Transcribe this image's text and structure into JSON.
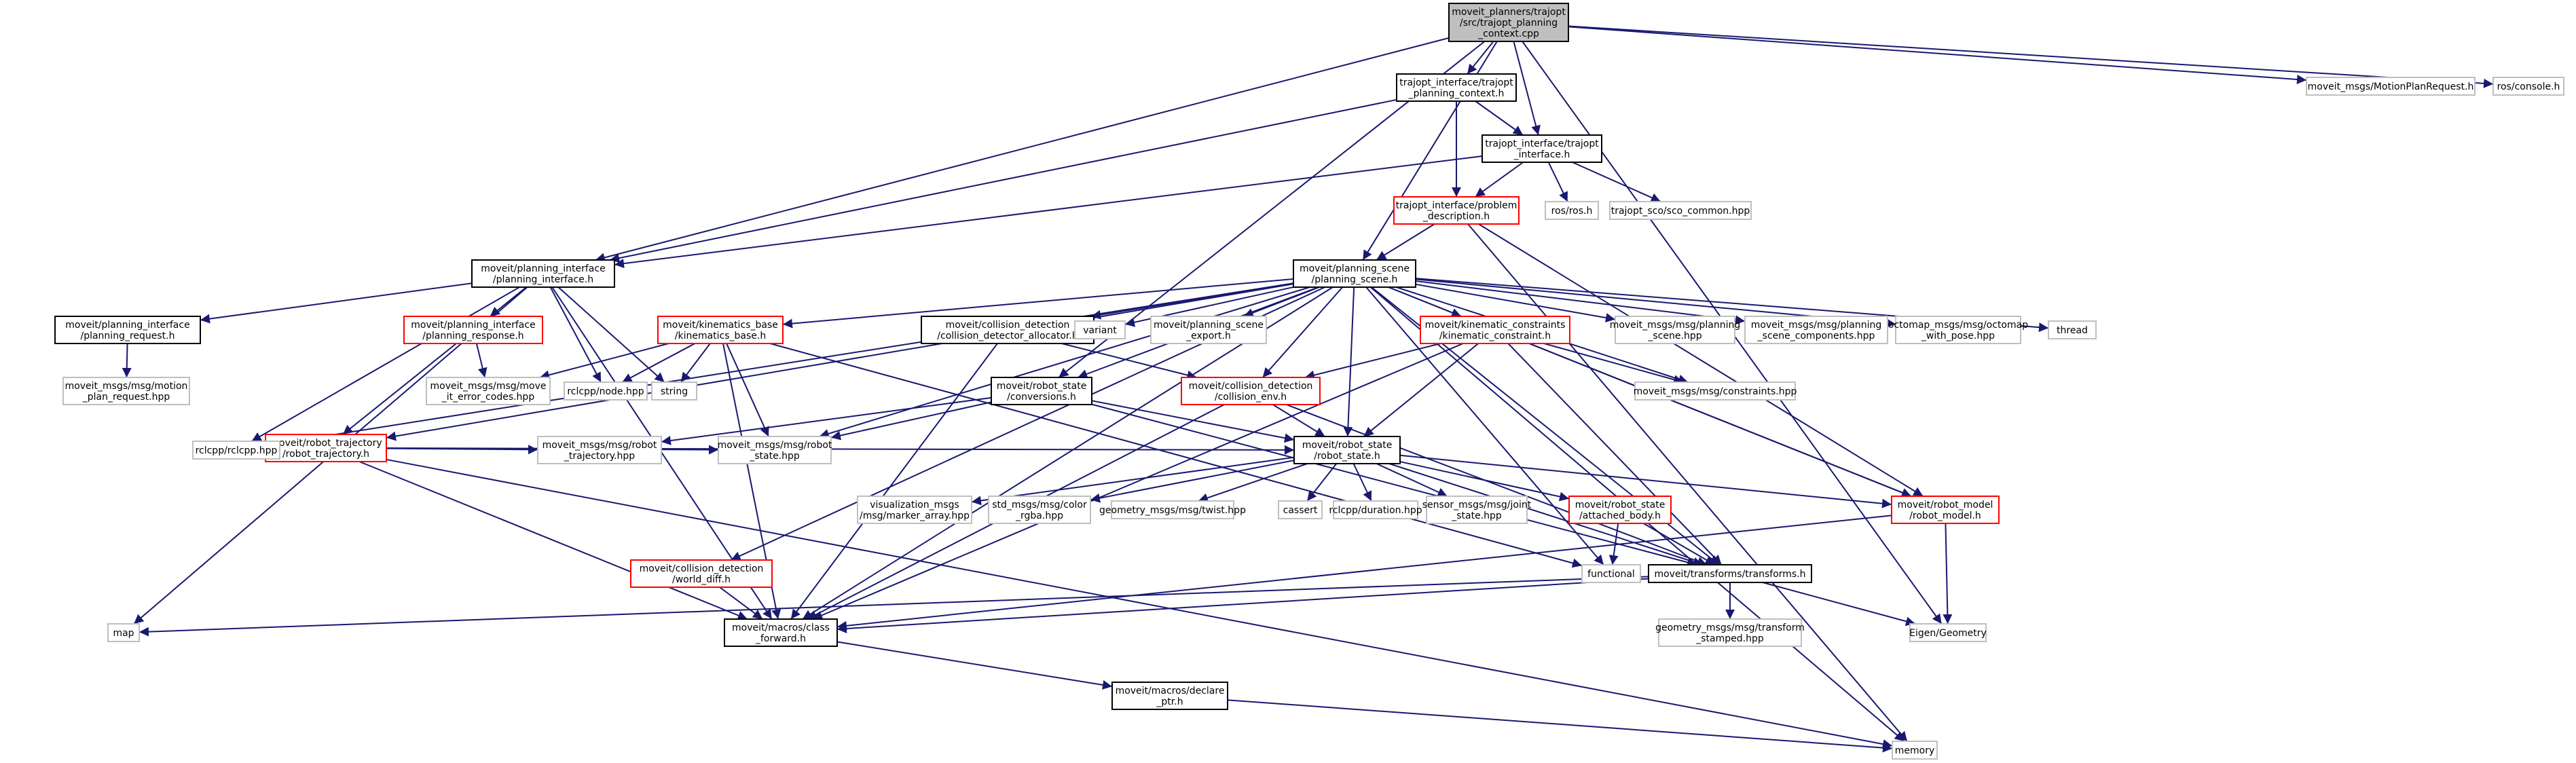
{
  "diagram": {
    "type": "include-dependency-graph",
    "colors": {
      "edge": "#191970",
      "root_fill": "#bfbfbf",
      "border_documented": "#000000",
      "border_incomplete": "#ff0000",
      "border_external": "#bfbfbf"
    },
    "nodes": [
      {
        "id": "root",
        "lines": [
          "moveit_planners/trajopt",
          "/src/trajopt_planning",
          "_context.cpp"
        ],
        "kind": "root"
      },
      {
        "id": "tpc",
        "lines": [
          "trajopt_interface/trajopt",
          "_planning_context.h"
        ],
        "kind": "documented"
      },
      {
        "id": "mpr",
        "lines": [
          "moveit_msgs/MotionPlanRequest.h"
        ],
        "kind": "external"
      },
      {
        "id": "rosconsole",
        "lines": [
          "ros/console.h"
        ],
        "kind": "external"
      },
      {
        "id": "ti",
        "lines": [
          "trajopt_interface/trajopt",
          "_interface.h"
        ],
        "kind": "documented"
      },
      {
        "id": "pd",
        "lines": [
          "trajopt_interface/problem",
          "_description.h"
        ],
        "kind": "incomplete"
      },
      {
        "id": "rosros",
        "lines": [
          "ros/ros.h"
        ],
        "kind": "external"
      },
      {
        "id": "sco",
        "lines": [
          "trajopt_sco/sco_common.hpp"
        ],
        "kind": "external"
      },
      {
        "id": "pi",
        "lines": [
          "moveit/planning_interface",
          "/planning_interface.h"
        ],
        "kind": "documented"
      },
      {
        "id": "ps",
        "lines": [
          "moveit/planning_scene",
          "/planning_scene.h"
        ],
        "kind": "documented"
      },
      {
        "id": "preq",
        "lines": [
          "moveit/planning_interface",
          "/planning_request.h"
        ],
        "kind": "documented"
      },
      {
        "id": "mmpr",
        "lines": [
          "moveit_msgs/msg/motion",
          "_plan_request.hpp"
        ],
        "kind": "external"
      },
      {
        "id": "presp",
        "lines": [
          "moveit/planning_interface",
          "/planning_response.h"
        ],
        "kind": "incomplete"
      },
      {
        "id": "kb",
        "lines": [
          "moveit/kinematics_base",
          "/kinematics_base.h"
        ],
        "kind": "incomplete"
      },
      {
        "id": "rt",
        "lines": [
          "moveit/robot_trajectory",
          "/robot_trajectory.h"
        ],
        "kind": "incomplete"
      },
      {
        "id": "rclcpp",
        "lines": [
          "rclcpp/rclcpp.hpp"
        ],
        "kind": "external"
      },
      {
        "id": "meec",
        "lines": [
          "moveit_msgs/msg/move",
          "_it_error_codes.hpp"
        ],
        "kind": "external"
      },
      {
        "id": "node",
        "lines": [
          "rclcpp/node.hpp"
        ],
        "kind": "external"
      },
      {
        "id": "string",
        "lines": [
          "string"
        ],
        "kind": "external"
      },
      {
        "id": "cda",
        "lines": [
          "moveit/collision_detection",
          "/collision_detector_allocator.h"
        ],
        "kind": "documented"
      },
      {
        "id": "variant",
        "lines": [
          "variant"
        ],
        "kind": "external"
      },
      {
        "id": "pse",
        "lines": [
          "moveit/planning_scene",
          "_export.h"
        ],
        "kind": "external"
      },
      {
        "id": "kc",
        "lines": [
          "moveit/kinematic_constraints",
          "/kinematic_constraint.h"
        ],
        "kind": "incomplete"
      },
      {
        "id": "mps",
        "lines": [
          "moveit_msgs/msg/planning",
          "_scene.hpp"
        ],
        "kind": "external"
      },
      {
        "id": "mpsc",
        "lines": [
          "moveit_msgs/msg/planning",
          "_scene_components.hpp"
        ],
        "kind": "external"
      },
      {
        "id": "oct",
        "lines": [
          "octomap_msgs/msg/octomap",
          "_with_pose.hpp"
        ],
        "kind": "external"
      },
      {
        "id": "thread",
        "lines": [
          "thread"
        ],
        "kind": "external"
      },
      {
        "id": "rsc",
        "lines": [
          "moveit/robot_state",
          "/conversions.h"
        ],
        "kind": "documented"
      },
      {
        "id": "ce",
        "lines": [
          "moveit/collision_detection",
          "/collision_env.h"
        ],
        "kind": "incomplete"
      },
      {
        "id": "cons",
        "lines": [
          "moveit_msgs/msg/constraints.hpp"
        ],
        "kind": "external"
      },
      {
        "id": "mrt",
        "lines": [
          "moveit_msgs/msg/robot",
          "_trajectory.hpp"
        ],
        "kind": "external"
      },
      {
        "id": "mrs",
        "lines": [
          "moveit_msgs/msg/robot",
          "_state.hpp"
        ],
        "kind": "external"
      },
      {
        "id": "rs",
        "lines": [
          "moveit/robot_state",
          "/robot_state.h"
        ],
        "kind": "documented"
      },
      {
        "id": "vis",
        "lines": [
          "visualization_msgs",
          "/msg/marker_array.hpp"
        ],
        "kind": "external"
      },
      {
        "id": "color",
        "lines": [
          "std_msgs/msg/color",
          "_rgba.hpp"
        ],
        "kind": "external"
      },
      {
        "id": "twist",
        "lines": [
          "geometry_msgs/msg/twist.hpp"
        ],
        "kind": "external"
      },
      {
        "id": "cassert",
        "lines": [
          "cassert"
        ],
        "kind": "external"
      },
      {
        "id": "dur",
        "lines": [
          "rclcpp/duration.hpp"
        ],
        "kind": "external"
      },
      {
        "id": "joint",
        "lines": [
          "sensor_msgs/msg/joint",
          "_state.hpp"
        ],
        "kind": "external"
      },
      {
        "id": "ab",
        "lines": [
          "moveit/robot_state",
          "/attached_body.h"
        ],
        "kind": "incomplete"
      },
      {
        "id": "rm",
        "lines": [
          "moveit/robot_model",
          "/robot_model.h"
        ],
        "kind": "incomplete"
      },
      {
        "id": "wd",
        "lines": [
          "moveit/collision_detection",
          "/world_diff.h"
        ],
        "kind": "incomplete"
      },
      {
        "id": "functional",
        "lines": [
          "functional"
        ],
        "kind": "external"
      },
      {
        "id": "tf",
        "lines": [
          "moveit/transforms/transforms.h"
        ],
        "kind": "documented"
      },
      {
        "id": "map",
        "lines": [
          "map"
        ],
        "kind": "external"
      },
      {
        "id": "cf",
        "lines": [
          "moveit/macros/class",
          "_forward.h"
        ],
        "kind": "documented"
      },
      {
        "id": "tfs",
        "lines": [
          "geometry_msgs/msg/transform",
          "_stamped.hpp"
        ],
        "kind": "external"
      },
      {
        "id": "eigen",
        "lines": [
          "Eigen/Geometry"
        ],
        "kind": "external"
      },
      {
        "id": "dp",
        "lines": [
          "moveit/macros/declare",
          "_ptr.h"
        ],
        "kind": "documented"
      },
      {
        "id": "memory",
        "lines": [
          "memory"
        ],
        "kind": "external"
      }
    ],
    "edges": [
      [
        "root",
        "tpc"
      ],
      [
        "root",
        "mpr"
      ],
      [
        "root",
        "rosconsole"
      ],
      [
        "root",
        "ti"
      ],
      [
        "root",
        "pi"
      ],
      [
        "root",
        "ps"
      ],
      [
        "root",
        "rsc"
      ],
      [
        "root",
        "eigen"
      ],
      [
        "tpc",
        "ti"
      ],
      [
        "tpc",
        "pd"
      ],
      [
        "tpc",
        "pi"
      ],
      [
        "ti",
        "pd"
      ],
      [
        "ti",
        "rosros"
      ],
      [
        "ti",
        "sco"
      ],
      [
        "ti",
        "pi"
      ],
      [
        "pd",
        "ps"
      ],
      [
        "pd",
        "rm"
      ],
      [
        "pd",
        "memory"
      ],
      [
        "pi",
        "preq"
      ],
      [
        "pi",
        "presp"
      ],
      [
        "pi",
        "rclcpp"
      ],
      [
        "pi",
        "node"
      ],
      [
        "pi",
        "string"
      ],
      [
        "pi",
        "cf"
      ],
      [
        "pi",
        "map"
      ],
      [
        "preq",
        "mmpr"
      ],
      [
        "presp",
        "rt"
      ],
      [
        "presp",
        "meec"
      ],
      [
        "ps",
        "kb"
      ],
      [
        "ps",
        "cda"
      ],
      [
        "ps",
        "variant"
      ],
      [
        "ps",
        "pse"
      ],
      [
        "ps",
        "kc"
      ],
      [
        "ps",
        "mps"
      ],
      [
        "ps",
        "mpsc"
      ],
      [
        "ps",
        "oct"
      ],
      [
        "ps",
        "thread"
      ],
      [
        "ps",
        "rsc"
      ],
      [
        "ps",
        "ce"
      ],
      [
        "ps",
        "cons"
      ],
      [
        "ps",
        "rs"
      ],
      [
        "ps",
        "rm"
      ],
      [
        "ps",
        "tf"
      ],
      [
        "ps",
        "rt"
      ],
      [
        "ps",
        "wd"
      ],
      [
        "ps",
        "cf"
      ],
      [
        "ps",
        "memory"
      ],
      [
        "ps",
        "functional"
      ],
      [
        "ps",
        "rclcpp"
      ],
      [
        "ps",
        "mrs"
      ],
      [
        "kb",
        "meec"
      ],
      [
        "kb",
        "node"
      ],
      [
        "kb",
        "string"
      ],
      [
        "kb",
        "cf"
      ],
      [
        "kb",
        "mrs"
      ],
      [
        "kb",
        "functional"
      ],
      [
        "rt",
        "rclcpp"
      ],
      [
        "rt",
        "mrt"
      ],
      [
        "rt",
        "mrs"
      ],
      [
        "rt",
        "rs"
      ],
      [
        "rt",
        "cf"
      ],
      [
        "rt",
        "memory"
      ],
      [
        "cda",
        "ce"
      ],
      [
        "cda",
        "cf"
      ],
      [
        "kc",
        "ce"
      ],
      [
        "kc",
        "rs"
      ],
      [
        "kc",
        "cons"
      ],
      [
        "kc",
        "tf"
      ],
      [
        "kc",
        "rm"
      ],
      [
        "kc",
        "cf"
      ],
      [
        "rsc",
        "mrt"
      ],
      [
        "rsc",
        "mrs"
      ],
      [
        "rsc",
        "rs"
      ],
      [
        "rsc",
        "tf"
      ],
      [
        "ce",
        "rs"
      ],
      [
        "ce",
        "tf"
      ],
      [
        "ce",
        "cf"
      ],
      [
        "rs",
        "vis"
      ],
      [
        "rs",
        "color"
      ],
      [
        "rs",
        "twist"
      ],
      [
        "rs",
        "cassert"
      ],
      [
        "rs",
        "dur"
      ],
      [
        "rs",
        "joint"
      ],
      [
        "rs",
        "ab"
      ],
      [
        "rs",
        "rm"
      ],
      [
        "rs",
        "tf"
      ],
      [
        "ab",
        "functional"
      ],
      [
        "ab",
        "tf"
      ],
      [
        "rm",
        "eigen"
      ],
      [
        "rm",
        "cf"
      ],
      [
        "wd",
        "cf"
      ],
      [
        "tf",
        "tfs"
      ],
      [
        "tf",
        "eigen"
      ],
      [
        "tf",
        "cf"
      ],
      [
        "tf",
        "map"
      ],
      [
        "cf",
        "dp"
      ],
      [
        "dp",
        "memory"
      ]
    ]
  }
}
